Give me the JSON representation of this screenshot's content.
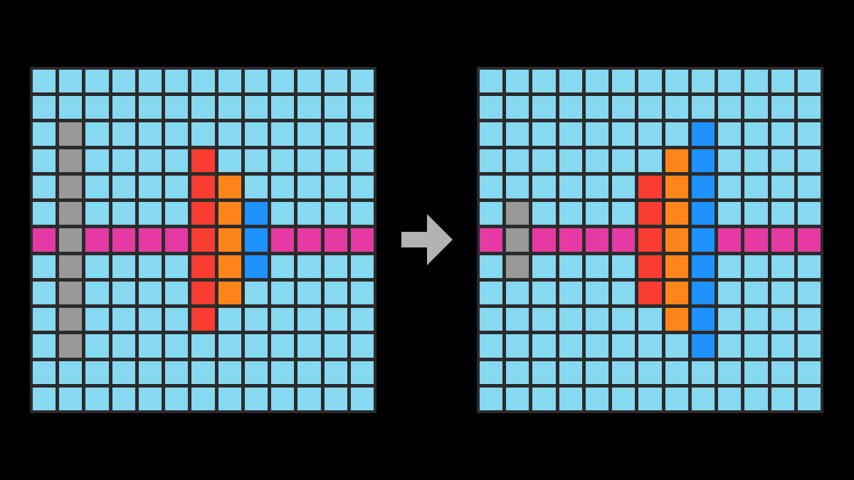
{
  "palette": {
    "0": "#87d8f1",
    "1": "#999999",
    "2": "#f93c31",
    "3": "#ff851b",
    "4": "#1e93ff",
    "5": "#e53aa3"
  },
  "input_grid": [
    "0000000000000",
    "0000000000000",
    "0100000000000",
    "0100002000000",
    "0100002300000",
    "0100002340000",
    "5155552345555",
    "0100002340000",
    "0100002300000",
    "0100002000000",
    "0100000000000",
    "0000000000000",
    "0000000000000"
  ],
  "output_grid": [
    "0000000000000",
    "0000000000000",
    "0000000040000",
    "0000000340000",
    "0000002340000",
    "0100002340000",
    "5155552345555",
    "0100002340000",
    "0000002340000",
    "0000000340000",
    "0000000040000",
    "0000000000000",
    "0000000000000"
  ],
  "arrow_color": "#b3b3b3"
}
